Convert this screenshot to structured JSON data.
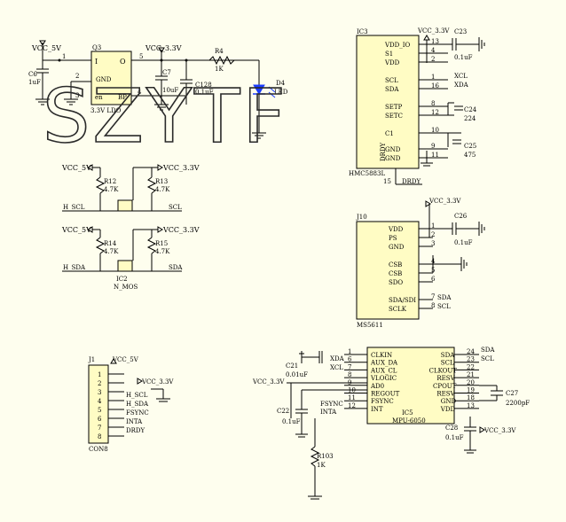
{
  "watermark": "SZYTF",
  "net_vcc5v": "VCC_5V",
  "net_vcc33v": "VCC_3.3V",
  "regulator": {
    "ref": "Q3",
    "pin_in": "I",
    "pin_out": "O",
    "pin_gnd": "GND",
    "pin_en": "en",
    "pin_bp": "BP",
    "part": "3.3V LDO",
    "pin1": "1",
    "pin2": "2",
    "pin3": "3",
    "pin4": "4",
    "pin5": "5"
  },
  "c6": {
    "ref": "C6",
    "value": "1uF"
  },
  "c7": {
    "ref": "C7",
    "value": "10uF"
  },
  "c128": {
    "ref": "C128",
    "value": "0.1uF"
  },
  "r4": {
    "ref": "R4",
    "value": "1K"
  },
  "d4": {
    "ref": "D4",
    "value": "LED"
  },
  "r12": {
    "ref": "R12",
    "value": "4.7K"
  },
  "r13": {
    "ref": "R13",
    "value": "4.7K"
  },
  "r14": {
    "ref": "R14",
    "value": "4.7K"
  },
  "r15": {
    "ref": "R15",
    "value": "4.7K"
  },
  "net_hscl": "H_SCL",
  "net_scl": "SCL",
  "net_hsda": "H_SDA",
  "net_sda": "SDA",
  "ic2": {
    "ref": "IC2",
    "part": "N_MOS"
  },
  "ic3": {
    "ref": "IC3",
    "part": "HMC5883L",
    "pins": [
      "VDD_IO",
      "S1",
      "VDD",
      "SCL",
      "SDA",
      "SETP",
      "SETC",
      "C1",
      "GND",
      "GND",
      "DRDY"
    ],
    "nums": [
      "13",
      "4",
      "2",
      "1",
      "16",
      "8",
      "12",
      "10",
      "9",
      "11",
      "15"
    ],
    "xcl": "XCL",
    "xda": "XDA",
    "drdy": "DRDY"
  },
  "c23": {
    "ref": "C23",
    "value": "0.1uF"
  },
  "c24": {
    "ref": "C24",
    "value": "224"
  },
  "c25": {
    "ref": "C25",
    "value": "475"
  },
  "j10": {
    "ref": "J10",
    "part": "MS5611",
    "pins": [
      "VDD",
      "PS",
      "GND",
      "CSB",
      "CSB",
      "SDO",
      "SDA/SDI",
      "SCLK"
    ],
    "nums": [
      "1",
      "2",
      "3",
      "4",
      "5",
      "6",
      "7",
      "8"
    ]
  },
  "c26": {
    "ref": "C26",
    "value": "0.1uF"
  },
  "j1": {
    "ref": "J1",
    "part": "CON8",
    "nums": [
      "1",
      "2",
      "3",
      "4",
      "5",
      "6",
      "7",
      "8"
    ],
    "nets": [
      "VCC_5V",
      "",
      "VCC_3.3V",
      "",
      "H_SCL",
      "H_SDA",
      "FSYNC",
      "INTA",
      "DRDY"
    ]
  },
  "ic5": {
    "ref": "IC5",
    "part": "MPU-6050",
    "left_pins": [
      "CLKIN",
      "AUX_DA",
      "AUX_CL",
      "VLOGIC",
      "AD0",
      "REGOUT",
      "FSYNC",
      "INT"
    ],
    "left_nums": [
      "1",
      "6",
      "7",
      "8",
      "9",
      "10",
      "11",
      "12"
    ],
    "right_pins": [
      "SDA",
      "SCL",
      "CLKOUT",
      "RESV",
      "CPOUT",
      "RESV",
      "GND",
      "VDD"
    ],
    "right_nums": [
      "24",
      "23",
      "22",
      "21",
      "20",
      "19",
      "18",
      "13"
    ],
    "xda": "XDA",
    "xcl": "XCL",
    "fsync": "FSYNC",
    "inta": "INTA",
    "sda": "SDA",
    "scl": "SCL"
  },
  "c21": {
    "ref": "C21",
    "value": "0.01uF"
  },
  "c22": {
    "ref": "C22",
    "value": "0.1uF"
  },
  "c27": {
    "ref": "C27",
    "value": "2200pF"
  },
  "c28": {
    "ref": "C28",
    "value": "0.1uF"
  },
  "r103": {
    "ref": "R103",
    "value": "1K"
  }
}
